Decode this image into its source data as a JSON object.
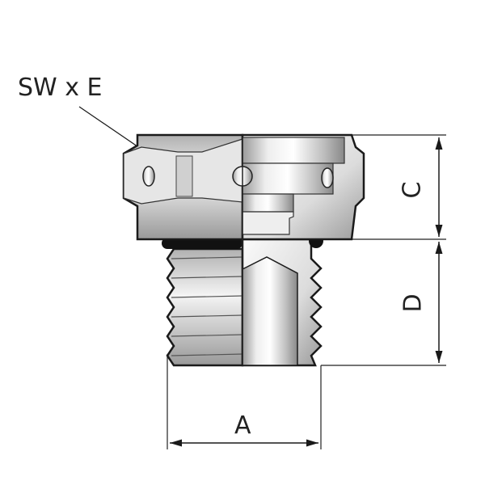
{
  "labels": {
    "sw_e": "SW x E",
    "c": "C",
    "d": "D",
    "a": "A"
  },
  "colors": {
    "outline": "#1a1a1a",
    "metal_light": "#f2f2f2",
    "metal_dark": "#8a8a8a"
  }
}
